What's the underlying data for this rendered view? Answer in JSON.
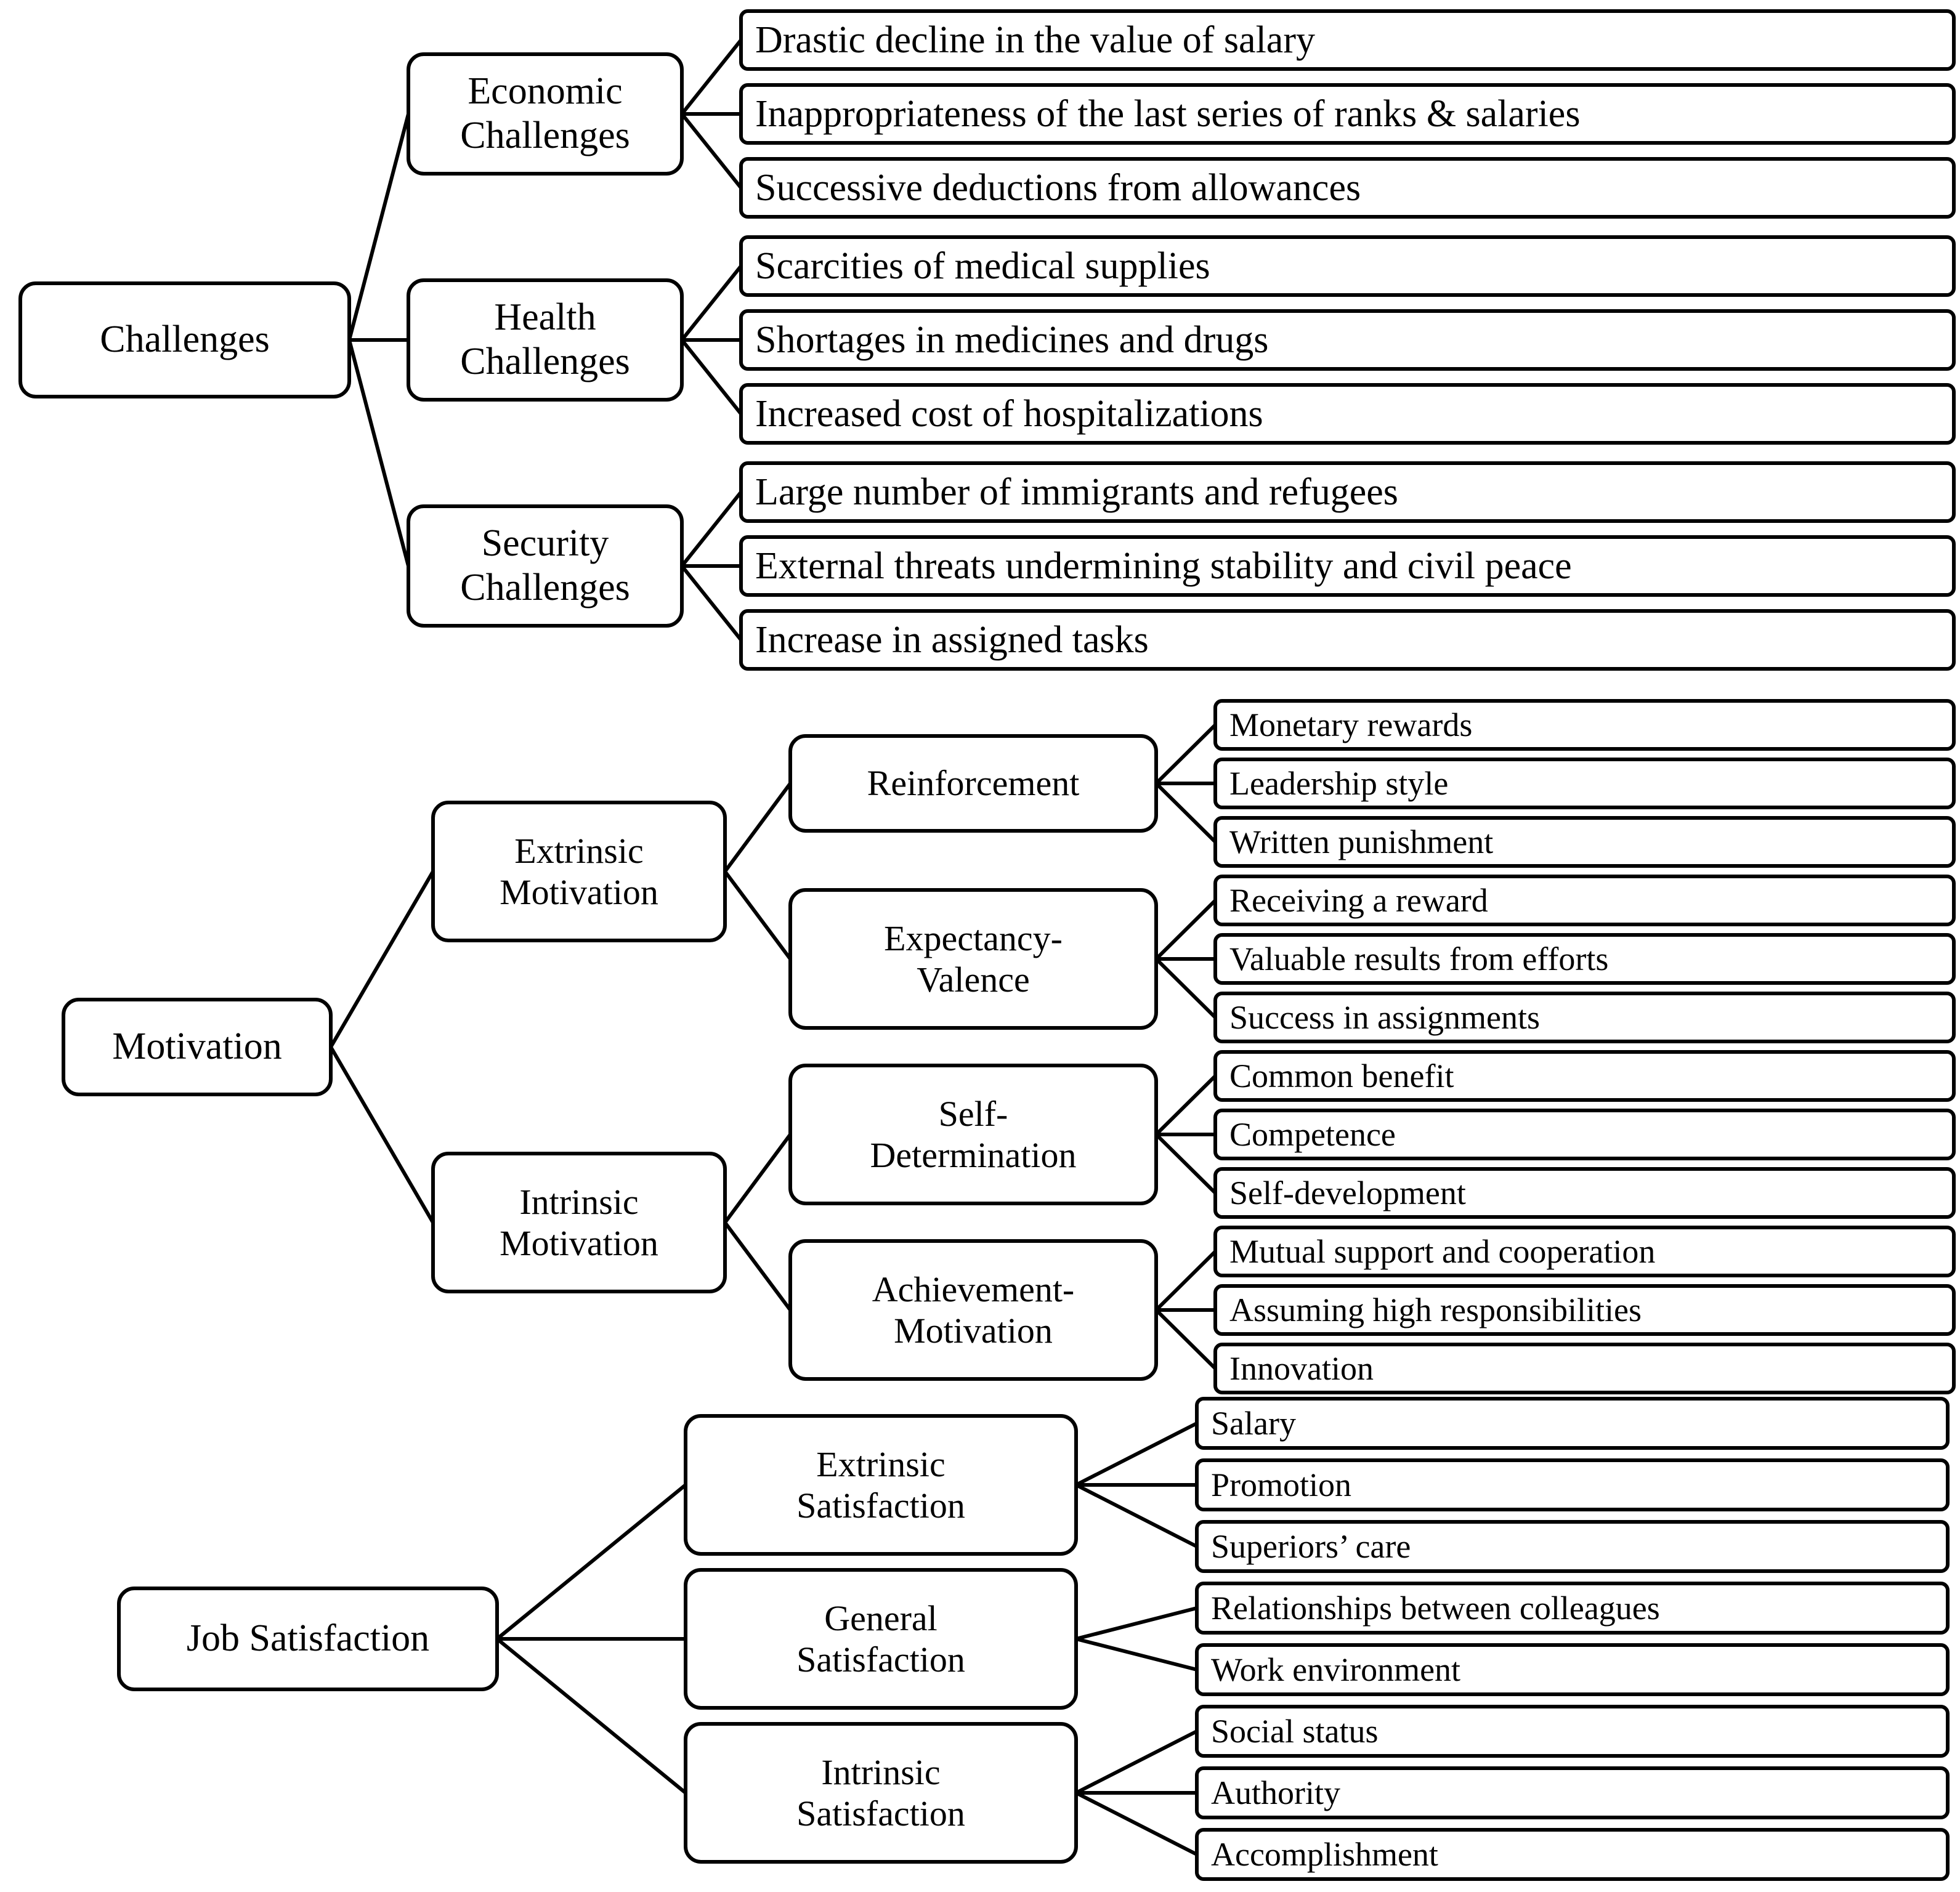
{
  "colors": {
    "stroke": "#000000",
    "background": "#ffffff",
    "box_fill": "#ffffff"
  },
  "diagram": {
    "sections": [
      {
        "id": "challenges",
        "root": {
          "label": "Challenges",
          "children": [
            {
              "label": "Economic\nChallenges",
              "children": [
                {
                  "label": "Drastic decline in the value of salary"
                },
                {
                  "label": "Inappropriateness of the last series of ranks & salaries"
                },
                {
                  "label": "Successive deductions from allowances"
                }
              ]
            },
            {
              "label": "Health\nChallenges",
              "children": [
                {
                  "label": "Scarcities of medical supplies"
                },
                {
                  "label": "Shortages in medicines and drugs"
                },
                {
                  "label": "Increased cost of hospitalizations"
                }
              ]
            },
            {
              "label": "Security\nChallenges",
              "children": [
                {
                  "label": "Large number of immigrants and refugees"
                },
                {
                  "label": "External threats undermining stability and civil peace"
                },
                {
                  "label": "Increase in assigned tasks"
                }
              ]
            }
          ]
        }
      },
      {
        "id": "motivation",
        "root": {
          "label": "Motivation",
          "children": [
            {
              "label": "Extrinsic\nMotivation",
              "children": [
                {
                  "label": "Reinforcement",
                  "children": [
                    {
                      "label": "Monetary rewards"
                    },
                    {
                      "label": "Leadership style"
                    },
                    {
                      "label": "Written punishment"
                    }
                  ]
                },
                {
                  "label": "Expectancy-\nValence",
                  "children": [
                    {
                      "label": "Receiving a reward"
                    },
                    {
                      "label": "Valuable results from efforts"
                    },
                    {
                      "label": "Success in assignments"
                    }
                  ]
                }
              ]
            },
            {
              "label": "Intrinsic\nMotivation",
              "children": [
                {
                  "label": "Self-\nDetermination",
                  "children": [
                    {
                      "label": "Common benefit"
                    },
                    {
                      "label": "Competence"
                    },
                    {
                      "label": "Self-development"
                    }
                  ]
                },
                {
                  "label": "Achievement-\nMotivation",
                  "children": [
                    {
                      "label": "Mutual support and cooperation"
                    },
                    {
                      "label": "Assuming high responsibilities"
                    },
                    {
                      "label": "Innovation"
                    }
                  ]
                }
              ]
            }
          ]
        }
      },
      {
        "id": "job-satisfaction",
        "root": {
          "label": "Job Satisfaction",
          "children": [
            {
              "label": "Extrinsic\nSatisfaction",
              "children": [
                {
                  "label": "Salary"
                },
                {
                  "label": "Promotion"
                },
                {
                  "label": "Superiors’ care"
                }
              ]
            },
            {
              "label": "General\nSatisfaction",
              "children": [
                {
                  "label": "Relationships between colleagues"
                },
                {
                  "label": "Work environment"
                }
              ]
            },
            {
              "label": "Intrinsic\nSatisfaction",
              "children": [
                {
                  "label": "Social status"
                },
                {
                  "label": "Authority"
                },
                {
                  "label": "Accomplishment"
                }
              ]
            }
          ]
        }
      }
    ]
  }
}
